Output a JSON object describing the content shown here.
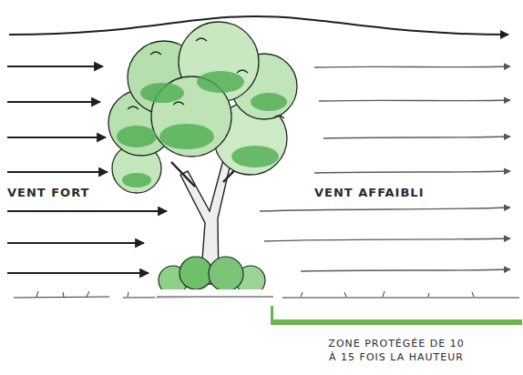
{
  "diagram": {
    "labels": [
      "VENT FORT",
      "VENT AFFAIBLI",
      "ZONE PROTÉGÉE DE 10 À 15 FOIS LA HAUTEUR"
    ]
  }
}
